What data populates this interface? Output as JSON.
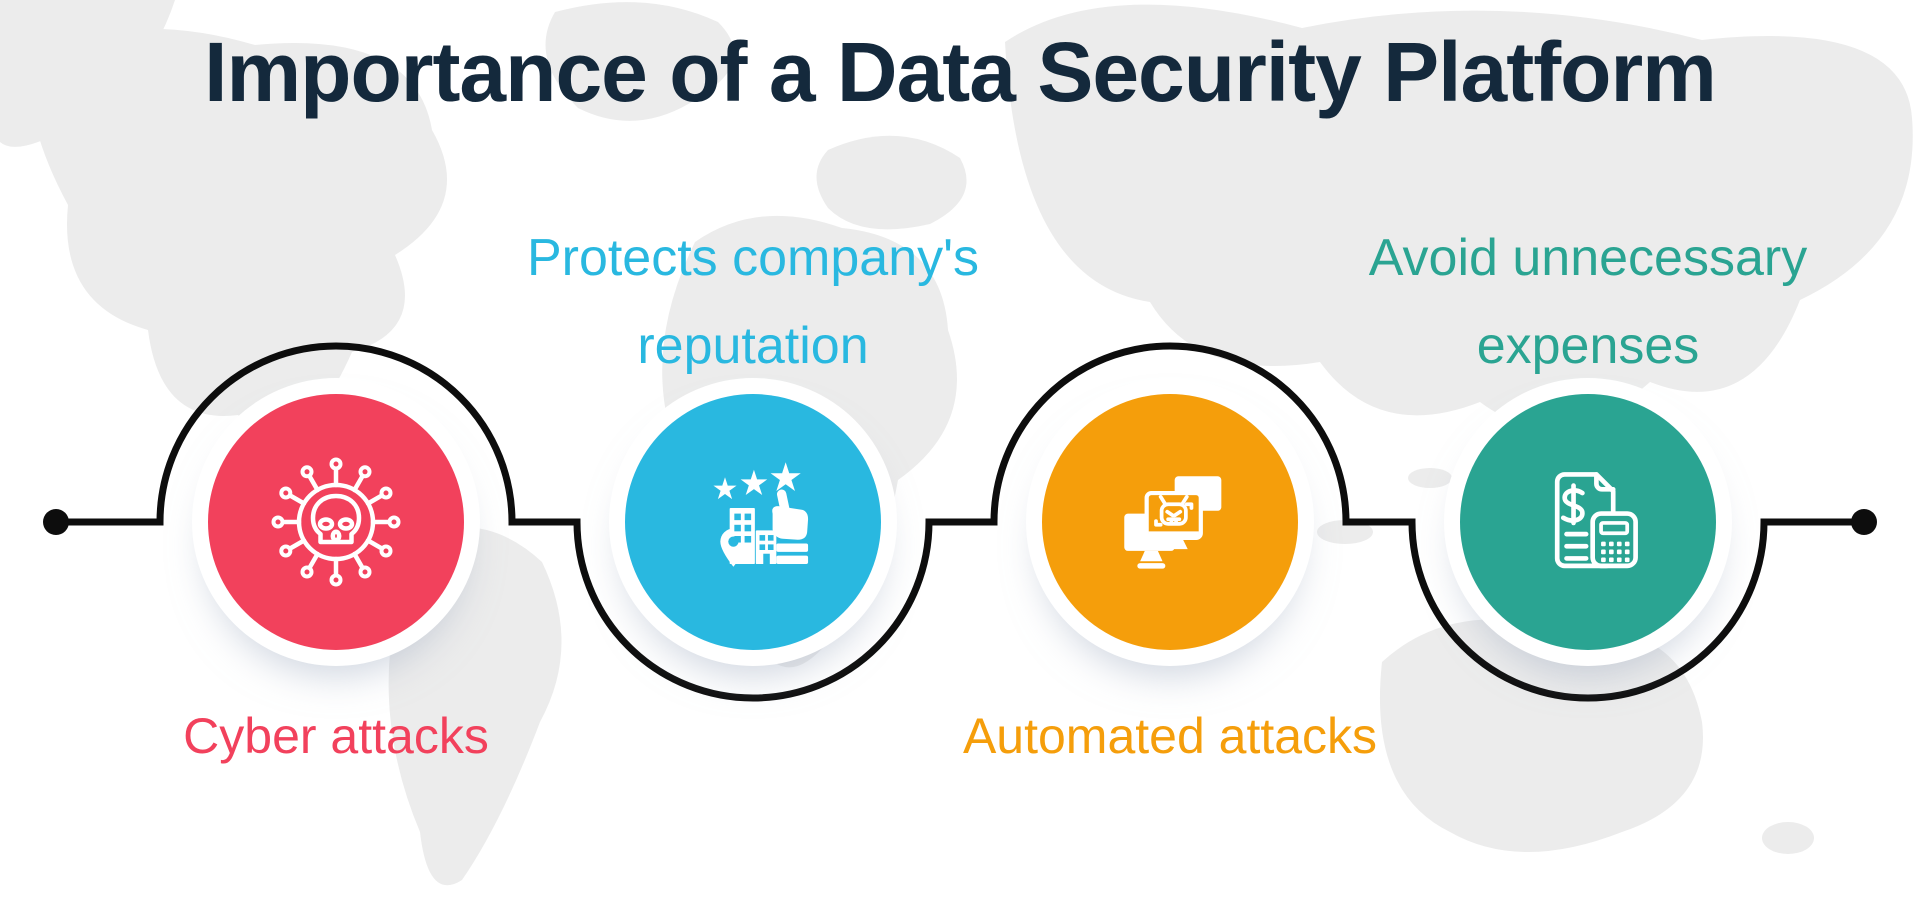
{
  "title": "Importance of a Data Security Platform",
  "colors": {
    "background": "#ffffff",
    "map": "#ececec",
    "title_text": "#14293c",
    "line": "#0d0d0d",
    "red": "#f2415c",
    "cyan": "#29b8e0",
    "orange": "#f59e0b",
    "teal": "#2aa492"
  },
  "items": [
    {
      "label": "Cyber attacks",
      "color": "red",
      "label_position": "below",
      "icon": "malware-skull-icon"
    },
    {
      "label": "Protects company's reputation",
      "color": "cyan",
      "label_position": "above",
      "icon": "reputation-stars-buildings-icon"
    },
    {
      "label": "Automated attacks",
      "color": "orange",
      "label_position": "below",
      "icon": "bot-monitors-icon"
    },
    {
      "label": "Avoid unnecessary expenses",
      "color": "teal",
      "label_position": "above",
      "icon": "invoice-calculator-icon"
    }
  ],
  "timeline": {
    "start_dot": true,
    "end_dot": true
  }
}
